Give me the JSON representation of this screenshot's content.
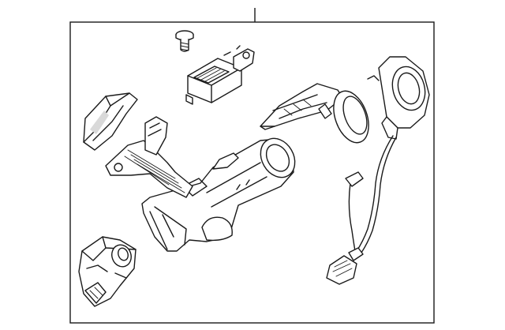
{
  "diagram": {
    "callout_number": "",
    "frame_color": "#1a1a1a",
    "background_color": "#ffffff",
    "parts": [
      "bolt",
      "control-module",
      "shroud-cover",
      "steering-lock-housing",
      "key-cylinder-bracket",
      "ignition-switch",
      "immobilizer-antenna-ring",
      "antenna-harness-connector"
    ]
  }
}
